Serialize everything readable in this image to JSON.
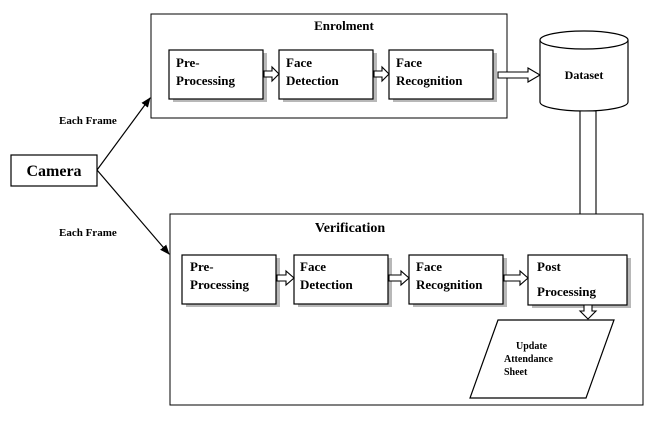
{
  "camera": {
    "label": "Camera"
  },
  "edges": {
    "top_label": "Each Frame",
    "bottom_label": "Each Frame"
  },
  "enrolment": {
    "title": "Enrolment",
    "steps": [
      {
        "line1": "Pre-",
        "line2": "Processing"
      },
      {
        "line1": "Face",
        "line2": "Detection"
      },
      {
        "line1": "Face",
        "line2": "Recognition"
      }
    ]
  },
  "dataset": {
    "label": "Dataset"
  },
  "verification": {
    "title": "Verification",
    "steps": [
      {
        "line1": "Pre-",
        "line2": "Processing"
      },
      {
        "line1": "Face",
        "line2": "Detection"
      },
      {
        "line1": "Face",
        "line2": "Recognition"
      },
      {
        "line1": "Post",
        "line2": "Processing"
      }
    ]
  },
  "output": {
    "line1": "Update",
    "line2": "Attendance",
    "line3": "Sheet"
  }
}
